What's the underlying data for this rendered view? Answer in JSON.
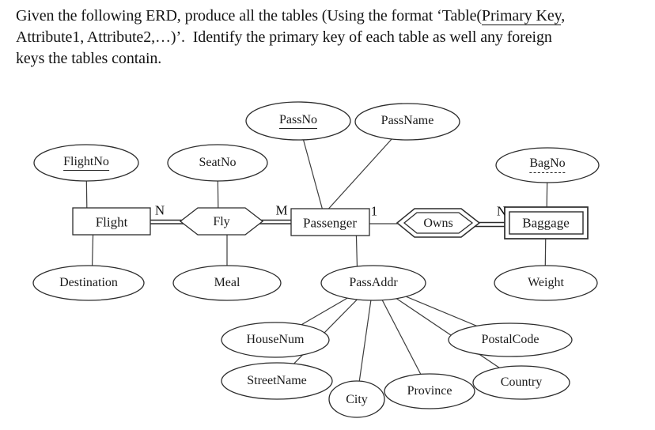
{
  "instruction": {
    "line1_pre": "Given the following ERD, produce all the tables (Using the format ‘Table(",
    "line1_key": "Primary Key",
    "line1_post": ",",
    "line2": "Attribute1, Attribute2,…)’.  Identify the primary key of each table as well any foreign",
    "line3": "keys the tables contain."
  },
  "erd": {
    "entities": {
      "flight": "Flight",
      "passenger": "Passenger",
      "baggage": "Baggage"
    },
    "relationships": {
      "fly": "Fly",
      "owns": "Owns"
    },
    "attributes": {
      "flightno": "FlightNo",
      "seatno": "SeatNo",
      "passno": "PassNo",
      "passname": "PassName",
      "bagno": "BagNo",
      "destination": "Destination",
      "meal": "Meal",
      "passaddr": "PassAddr",
      "weight": "Weight",
      "housenum": "HouseNum",
      "streetname": "StreetName",
      "city": "City",
      "province": "Province",
      "country": "Country",
      "postalcode": "PostalCode"
    },
    "cardinality": {
      "flight_fly": "N",
      "fly_passenger": "M",
      "passenger_owns": "1",
      "owns_baggage": "N"
    },
    "notation": {
      "primary_key_underlined": [
        "FlightNo",
        "PassNo"
      ],
      "partial_key_dashed_underline": [
        "BagNo"
      ],
      "weak_entity_double_box": [
        "Baggage"
      ],
      "identifying_relationship_double_diamond": [
        "Owns"
      ],
      "total_participation_double_lines": [
        "Flight=Fly",
        "Fly=Passenger",
        "Owns=Baggage"
      ],
      "composite_attribute": "PassAddr"
    }
  }
}
